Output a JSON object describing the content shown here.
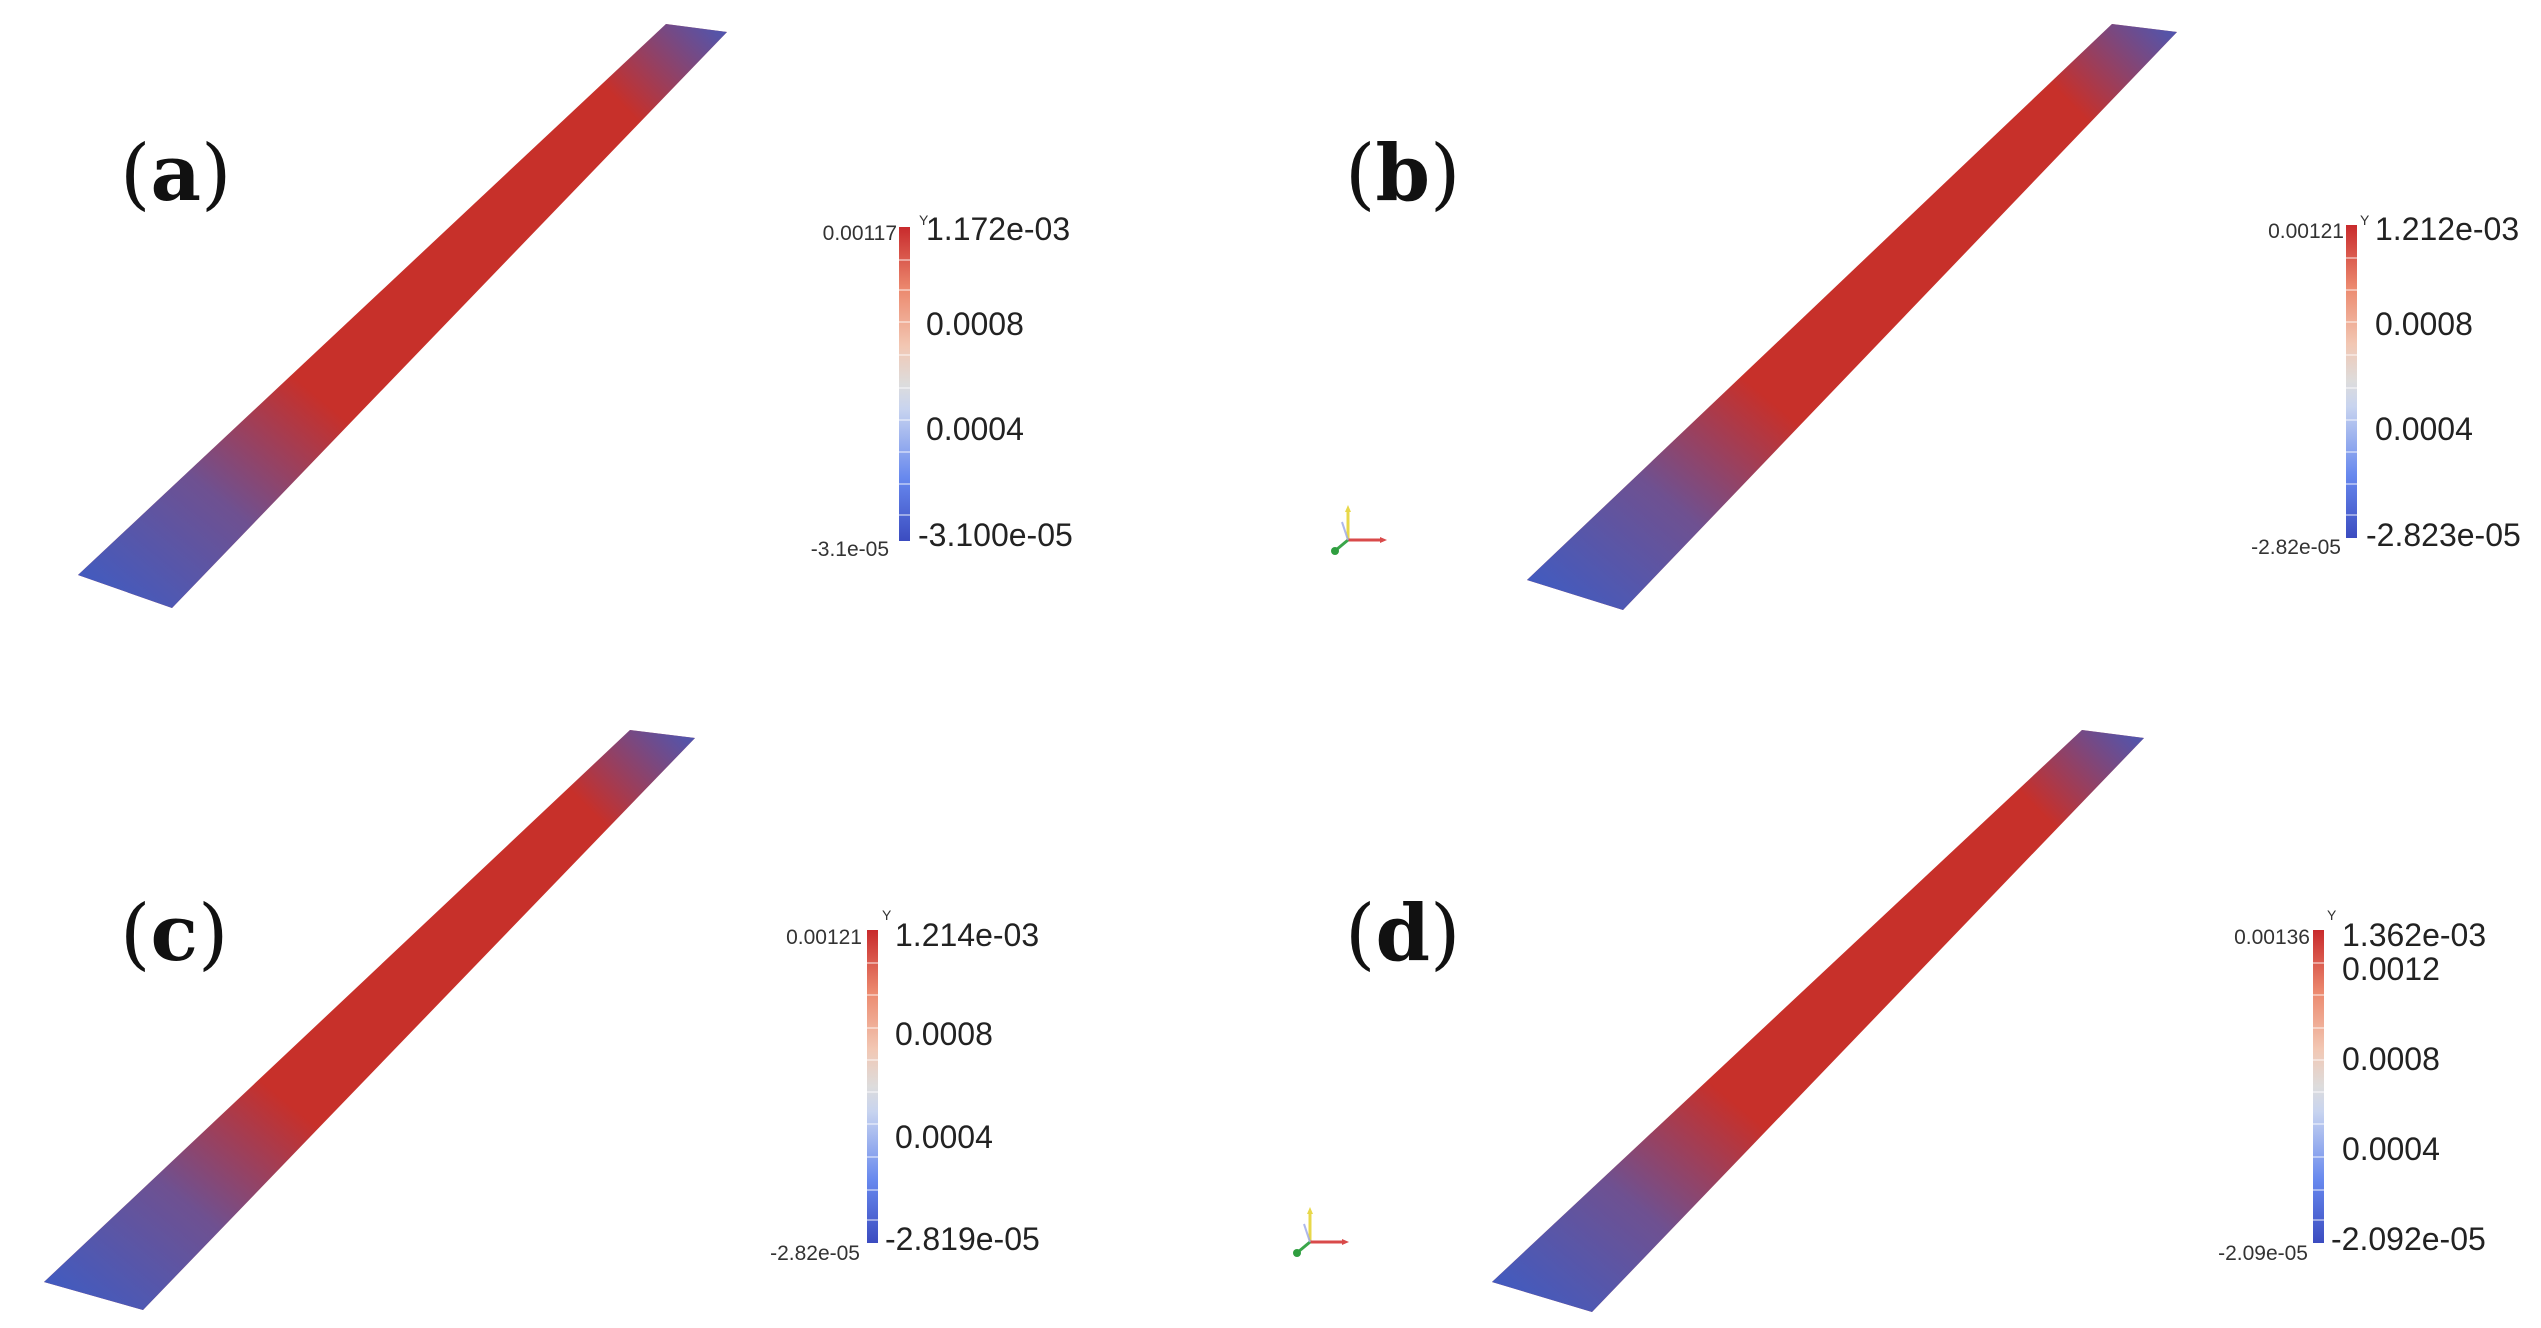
{
  "colors": {
    "low": "#3a4cc0",
    "mid": "#dddddd",
    "high": "#b40426"
  },
  "panels": [
    {
      "label": "a",
      "variable": "Y",
      "range_max_label": "0.00117",
      "range_min_label": "-3.1e-05",
      "max_label": "1.172e-03",
      "min_label": "-3.100e-05",
      "ticks": [
        "0.0008",
        "0.0004"
      ]
    },
    {
      "label": "b",
      "variable": "Y",
      "range_max_label": "0.00121",
      "range_min_label": "-2.82e-05",
      "max_label": "1.212e-03",
      "min_label": "-2.823e-05",
      "ticks": [
        "0.0008",
        "0.0004"
      ]
    },
    {
      "label": "c",
      "variable": "Y",
      "range_max_label": "0.00121",
      "range_min_label": "-2.82e-05",
      "max_label": "1.214e-03",
      "min_label": "-2.819e-05",
      "ticks": [
        "0.0008",
        "0.0004"
      ]
    },
    {
      "label": "d",
      "variable": "Y",
      "range_max_label": "0.00136",
      "range_min_label": "-2.09e-05",
      "max_label": "1.362e-03",
      "min_label": "-2.092e-05",
      "ticks": [
        "0.0012",
        "0.0008",
        "0.0004"
      ]
    }
  ]
}
